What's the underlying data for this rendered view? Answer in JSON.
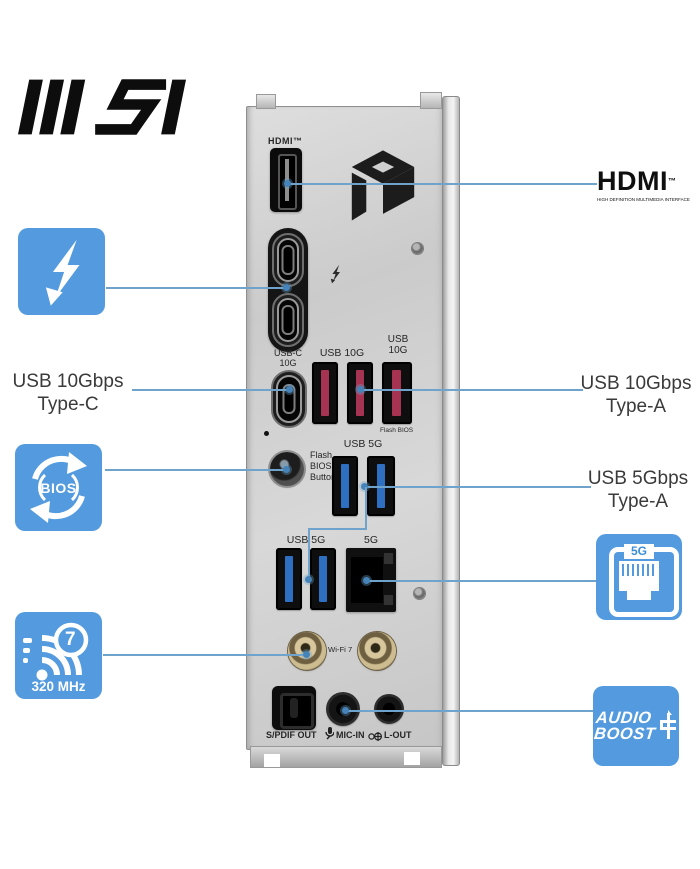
{
  "brand": {
    "name": "MSI"
  },
  "colors": {
    "accent_blue": "#539bde",
    "callout_line_blue": "#6fa3cc",
    "usb10g_port_red": "#a63352",
    "usb5g_port_blue": "#2f6fc1",
    "panel_silver": "#cfcfcf"
  },
  "panel": {
    "hdmi_port_label": "HDMI™",
    "usbc_10g_line1": "USB-C",
    "usbc_10g_line2": "10G",
    "usb_10g_pair_label": "USB 10G",
    "usb_10g_single_line1": "USB",
    "usb_10g_single_line2": "10G",
    "flash_bios_port_tag": "Flash BIOS",
    "flash_bios_button_line1": "Flash",
    "flash_bios_button_line2": "BIOS",
    "flash_bios_button_line3": "Button",
    "usb_5g_upper_label": "USB 5G",
    "usb_5g_lower_label": "USB 5G",
    "lan_label": "5G",
    "wifi_label": "Wi-Fi 7",
    "spdif_label": "S/PDIF OUT",
    "mic_label": "MIC-IN",
    "lineout_label": "L-OUT"
  },
  "callouts": {
    "usb10_typec": {
      "line1": "USB 10Gbps",
      "line2": "Type-C"
    },
    "bios": {
      "label": "BIOS"
    },
    "wifi7": {
      "number": "7",
      "band": "320 MHz"
    },
    "hdmi": {
      "wordmark": "HDMI",
      "tm": "™",
      "subtitle": "HIGH DEFINITION MULTIMEDIA INTERFACE"
    },
    "usb10_typea": {
      "line1": "USB 10Gbps",
      "line2": "Type-A"
    },
    "usb5_typea": {
      "line1": "USB 5Gbps",
      "line2": "Type-A"
    },
    "lan5g": {
      "label": "5G"
    },
    "audioboost": {
      "line1": "AUDIO",
      "line2": "BOOST"
    }
  }
}
